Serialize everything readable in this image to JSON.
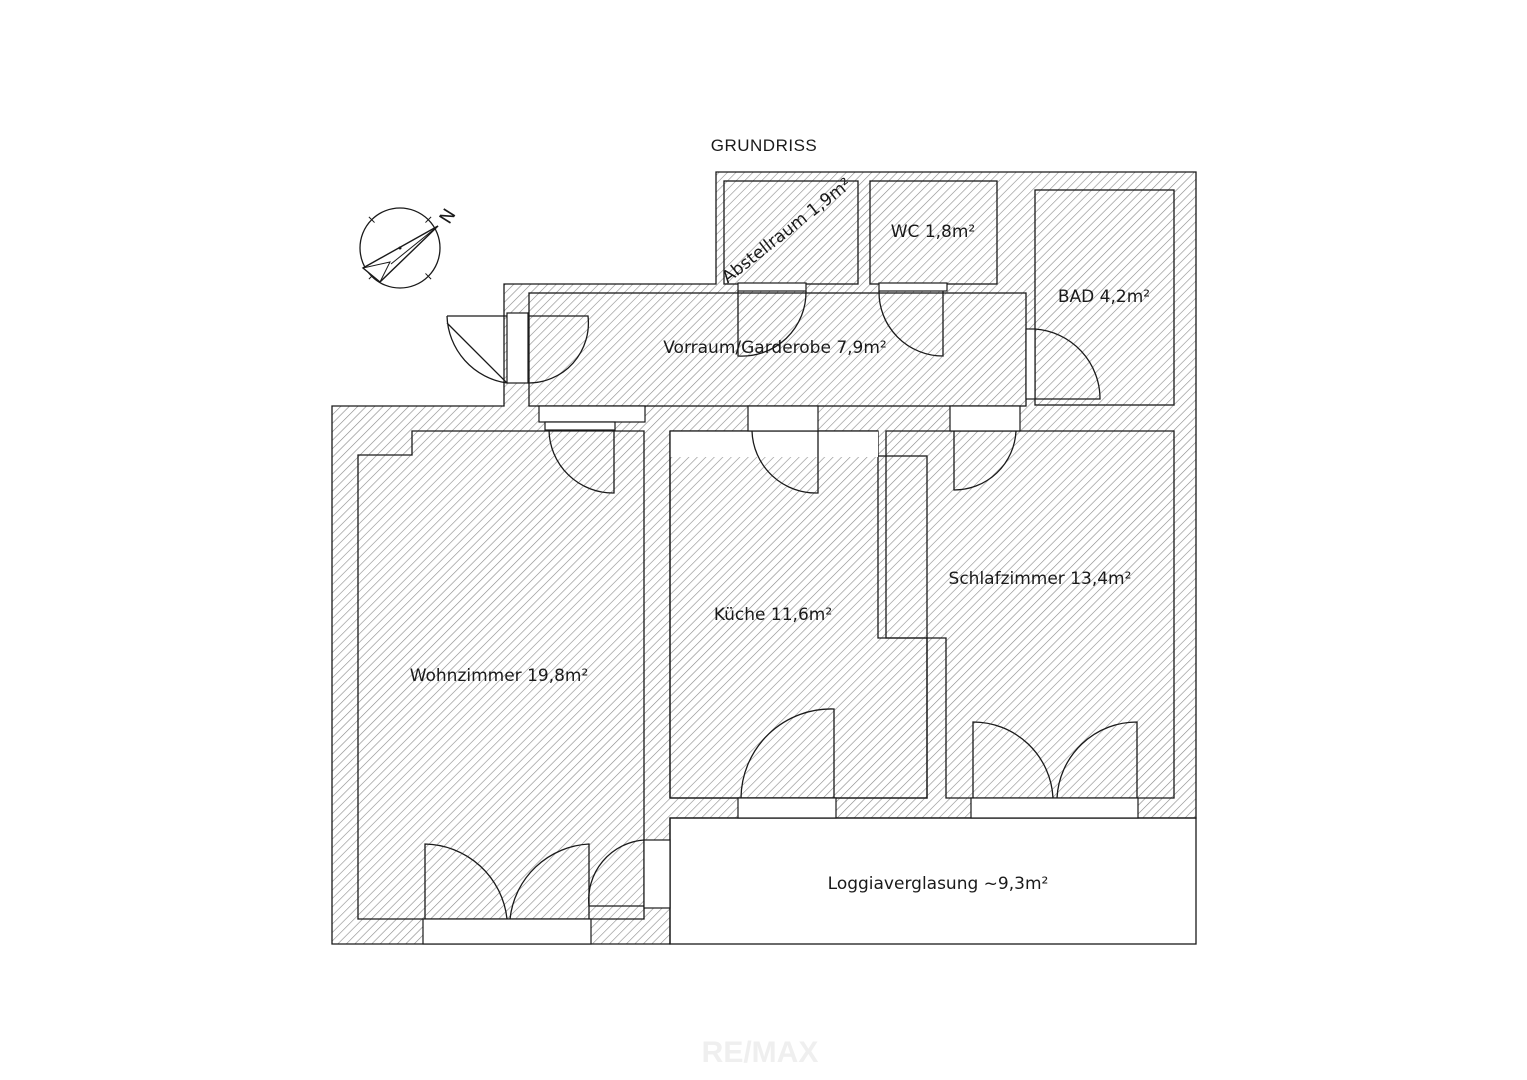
{
  "plan": {
    "title": "GRUNDRISS",
    "north_label": "N",
    "watermark": "RE/MAX",
    "rooms": {
      "abstellraum": "Abstellraum 1,9m²",
      "wc": "WC 1,8m²",
      "bad": "BAD 4,2m²",
      "vorraum": "Vorraum/Garderobe 7,9m²",
      "wohnzimmer": "Wohnzimmer 19,8m²",
      "kueche": "Küche 11,6m²",
      "schlafzimmer": "Schlafzimmer 13,4m²",
      "loggia": "Loggiaverglasung ~9,3m²"
    }
  }
}
